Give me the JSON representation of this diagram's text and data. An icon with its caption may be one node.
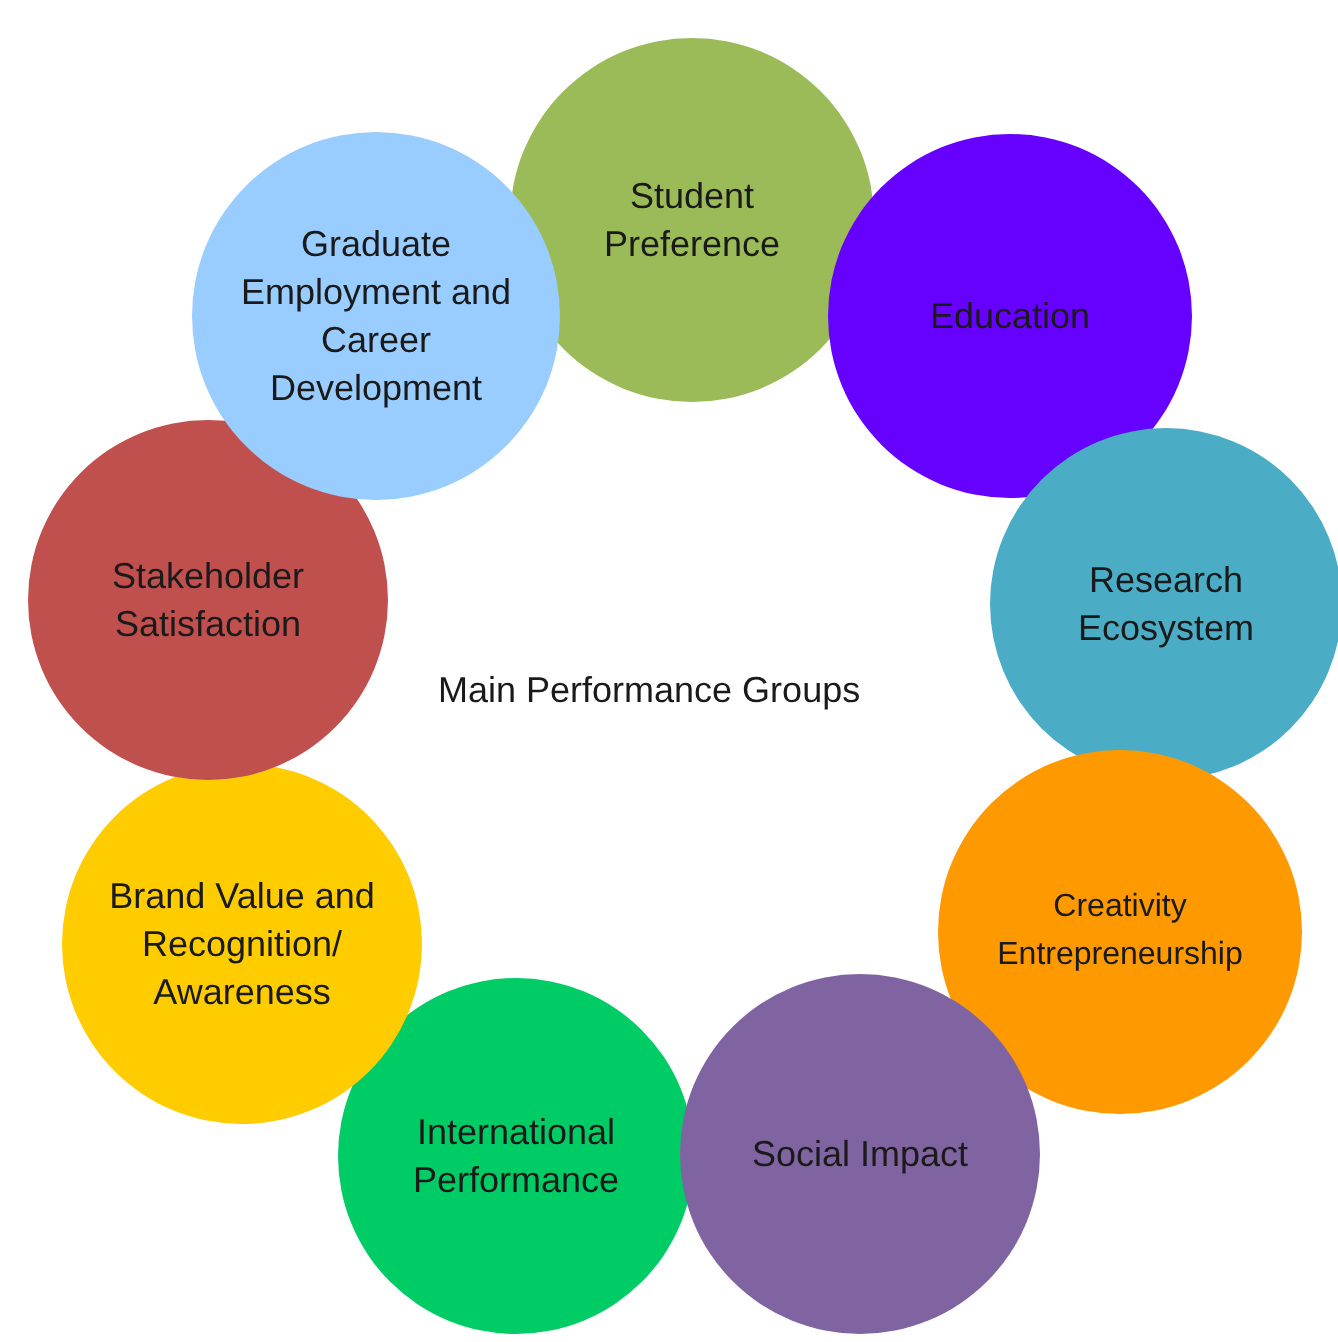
{
  "diagram": {
    "nodes": [
      {
        "text": [
          "Student Preference"
        ]
      },
      {
        "text": [
          "Education"
        ]
      },
      {
        "text": [
          "Research Ecosystem"
        ]
      },
      {
        "text": [
          "Creativity Entrepreneurship"
        ]
      },
      {
        "text": [
          "Social Impact"
        ]
      },
      {
        "text": [
          "International Performance"
        ]
      },
      {
        "text": [
          "Brand Value and Recognition/ Awareness"
        ]
      },
      {
        "text": [
          "Stakeholder Satisfaction"
        ]
      },
      {
        "text": [
          "Graduate Employment and Career Development"
        ]
      }
    ],
    "labels": [
      "Main Performance Groups"
    ]
  }
}
